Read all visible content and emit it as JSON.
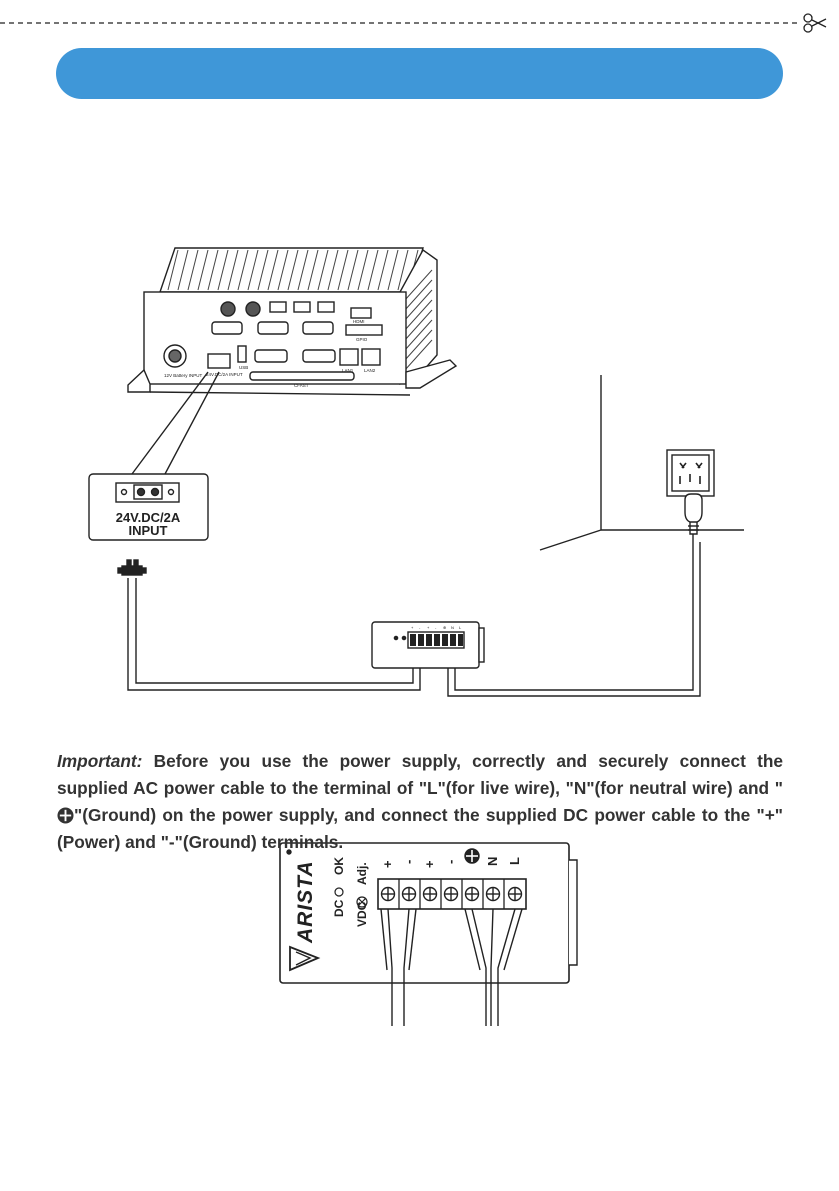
{
  "header": {
    "banner_color": "#3f97d8"
  },
  "device": {
    "port_labels": {
      "battery": "12V Battery INPUT",
      "power_in": "24V.DC/2A INPUT",
      "usb": "USB",
      "lan1": "LAN1",
      "lan2": "LAN2",
      "hdmi": "HDMI",
      "gpio": "GPIO",
      "cfast": "CFAST"
    }
  },
  "callout": {
    "line1": "24V.DC/2A",
    "line2": "INPUT"
  },
  "note": {
    "lead": "Important:",
    "t1": " Before you use the power supply, correctly and securely connect the supplied AC power cable to the terminal of \"L\"(for live wire), \"N\"(for neutral wire) and \"",
    "t2": "\"(Ground) on the power supply, and connect the supplied DC power cable to the \"+\"(Power) and \"-\"(Ground) terminals."
  },
  "psu": {
    "brand": "ARISTA",
    "dc_ok": "DC",
    "ok": "OK",
    "vdc": "VDC",
    "adj": "Adj.",
    "terminals": [
      "+",
      "-",
      "+",
      "-",
      "",
      "N",
      "L"
    ]
  }
}
